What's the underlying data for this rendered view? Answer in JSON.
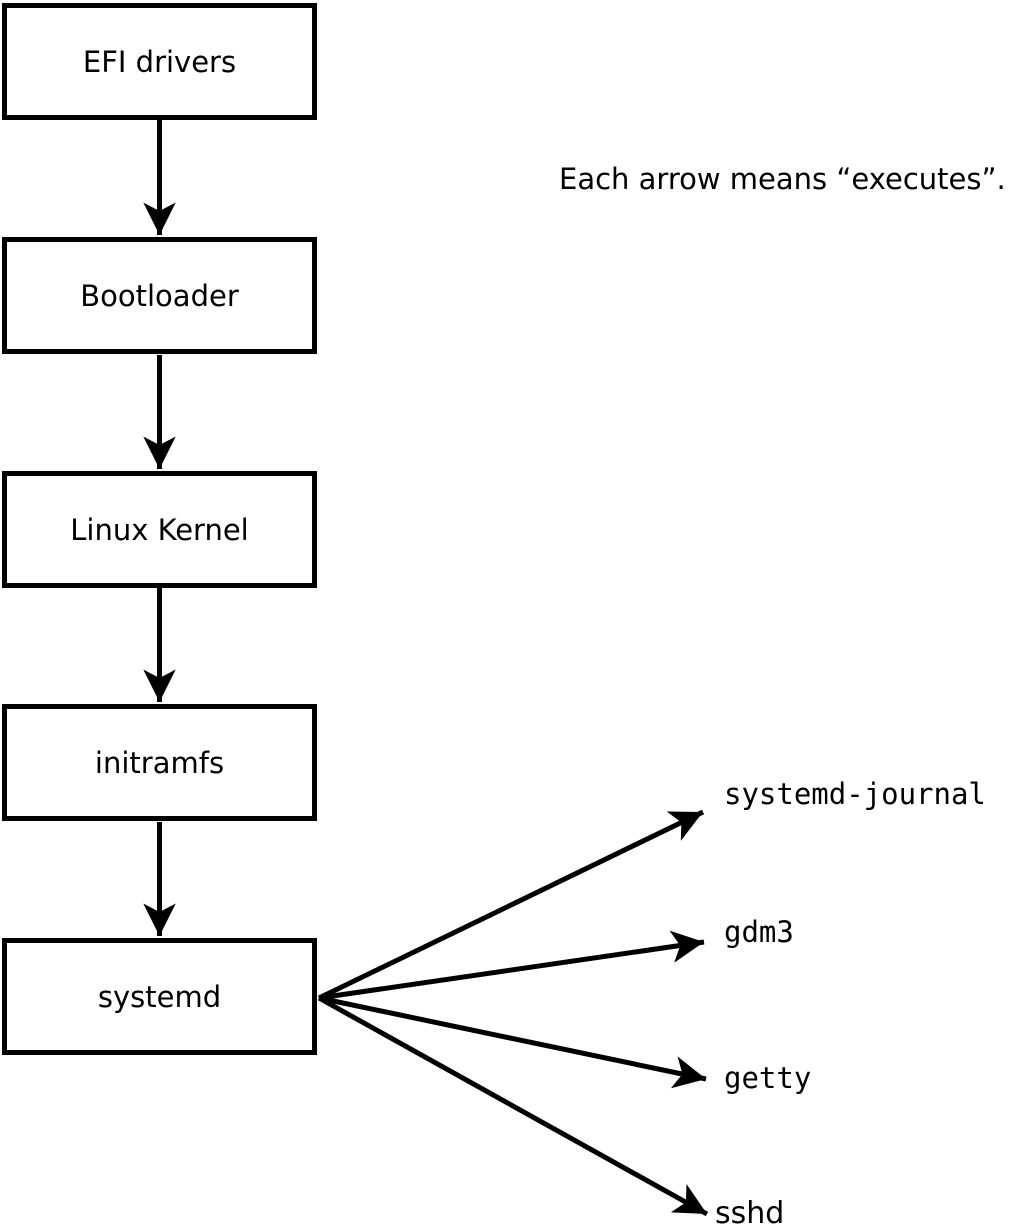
{
  "canvas": {
    "background_color": "#ffffff",
    "line_color": "#000000"
  },
  "note": {
    "text": "Each arrow means “executes”."
  },
  "chain": {
    "relation": "executes",
    "boxes": [
      {
        "label": "EFI drivers"
      },
      {
        "label": "Bootloader"
      },
      {
        "label": "Linux Kernel"
      },
      {
        "label": "initramfs"
      },
      {
        "label": "systemd"
      }
    ]
  },
  "spawned": {
    "source": "systemd",
    "items": [
      {
        "label": "systemd-journal"
      },
      {
        "label": "gdm3"
      },
      {
        "label": "getty"
      },
      {
        "label": "sshd"
      }
    ]
  }
}
